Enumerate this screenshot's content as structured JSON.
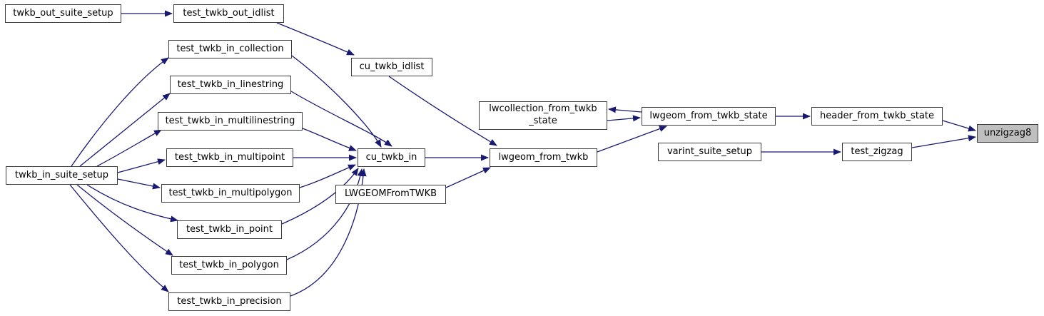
{
  "diagram": {
    "type": "call-graph",
    "highlight_node": "unzigzag8",
    "colors": {
      "edge": "#191970",
      "node_border": "#3d3d3d",
      "node_fill": "#ffffff",
      "highlight_fill": "#bfbfbf",
      "text": "#000000",
      "background": "#ffffff"
    }
  },
  "nodes": {
    "twkb_out_suite_setup": {
      "label": "twkb_out_suite_setup"
    },
    "test_twkb_out_idlist": {
      "label": "test_twkb_out_idlist"
    },
    "test_twkb_in_collection": {
      "label": "test_twkb_in_collection"
    },
    "test_twkb_in_linestring": {
      "label": "test_twkb_in_linestring"
    },
    "test_twkb_in_multilinestring": {
      "label": "test_twkb_in_multilinestring"
    },
    "test_twkb_in_multipoint": {
      "label": "test_twkb_in_multipoint"
    },
    "twkb_in_suite_setup": {
      "label": "twkb_in_suite_setup"
    },
    "test_twkb_in_multipolygon": {
      "label": "test_twkb_in_multipolygon"
    },
    "test_twkb_in_point": {
      "label": "test_twkb_in_point"
    },
    "test_twkb_in_polygon": {
      "label": "test_twkb_in_polygon"
    },
    "test_twkb_in_precision": {
      "label": "test_twkb_in_precision"
    },
    "cu_twkb_idlist": {
      "label": "cu_twkb_idlist"
    },
    "cu_twkb_in": {
      "label": "cu_twkb_in"
    },
    "LWGEOMFromTWKB": {
      "label": "LWGEOMFromTWKB"
    },
    "lwcollection_from_twkb_state": {
      "label": "lwcollection_from_twkb\n_state"
    },
    "lwgeom_from_twkb": {
      "label": "lwgeom_from_twkb"
    },
    "lwgeom_from_twkb_state": {
      "label": "lwgeom_from_twkb_state"
    },
    "varint_suite_setup": {
      "label": "varint_suite_setup"
    },
    "header_from_twkb_state": {
      "label": "header_from_twkb_state"
    },
    "test_zigzag": {
      "label": "test_zigzag"
    },
    "unzigzag8": {
      "label": "unzigzag8"
    }
  },
  "edges": [
    {
      "from": "twkb_out_suite_setup",
      "to": "test_twkb_out_idlist"
    },
    {
      "from": "test_twkb_out_idlist",
      "to": "cu_twkb_idlist"
    },
    {
      "from": "cu_twkb_idlist",
      "to": "lwgeom_from_twkb"
    },
    {
      "from": "twkb_in_suite_setup",
      "to": "test_twkb_in_collection"
    },
    {
      "from": "twkb_in_suite_setup",
      "to": "test_twkb_in_linestring"
    },
    {
      "from": "twkb_in_suite_setup",
      "to": "test_twkb_in_multilinestring"
    },
    {
      "from": "twkb_in_suite_setup",
      "to": "test_twkb_in_multipoint"
    },
    {
      "from": "twkb_in_suite_setup",
      "to": "test_twkb_in_multipolygon"
    },
    {
      "from": "twkb_in_suite_setup",
      "to": "test_twkb_in_point"
    },
    {
      "from": "twkb_in_suite_setup",
      "to": "test_twkb_in_polygon"
    },
    {
      "from": "twkb_in_suite_setup",
      "to": "test_twkb_in_precision"
    },
    {
      "from": "test_twkb_in_collection",
      "to": "cu_twkb_in"
    },
    {
      "from": "test_twkb_in_linestring",
      "to": "cu_twkb_in"
    },
    {
      "from": "test_twkb_in_multilinestring",
      "to": "cu_twkb_in"
    },
    {
      "from": "test_twkb_in_multipoint",
      "to": "cu_twkb_in"
    },
    {
      "from": "test_twkb_in_multipolygon",
      "to": "cu_twkb_in"
    },
    {
      "from": "test_twkb_in_point",
      "to": "cu_twkb_in"
    },
    {
      "from": "test_twkb_in_polygon",
      "to": "cu_twkb_in"
    },
    {
      "from": "test_twkb_in_precision",
      "to": "cu_twkb_in"
    },
    {
      "from": "cu_twkb_in",
      "to": "lwgeom_from_twkb"
    },
    {
      "from": "LWGEOMFromTWKB",
      "to": "lwgeom_from_twkb"
    },
    {
      "from": "lwgeom_from_twkb",
      "to": "lwgeom_from_twkb_state"
    },
    {
      "from": "lwgeom_from_twkb_state",
      "to": "lwcollection_from_twkb_state"
    },
    {
      "from": "lwcollection_from_twkb_state",
      "to": "lwgeom_from_twkb_state"
    },
    {
      "from": "lwgeom_from_twkb_state",
      "to": "header_from_twkb_state"
    },
    {
      "from": "header_from_twkb_state",
      "to": "unzigzag8"
    },
    {
      "from": "varint_suite_setup",
      "to": "test_zigzag"
    },
    {
      "from": "test_zigzag",
      "to": "unzigzag8"
    }
  ]
}
